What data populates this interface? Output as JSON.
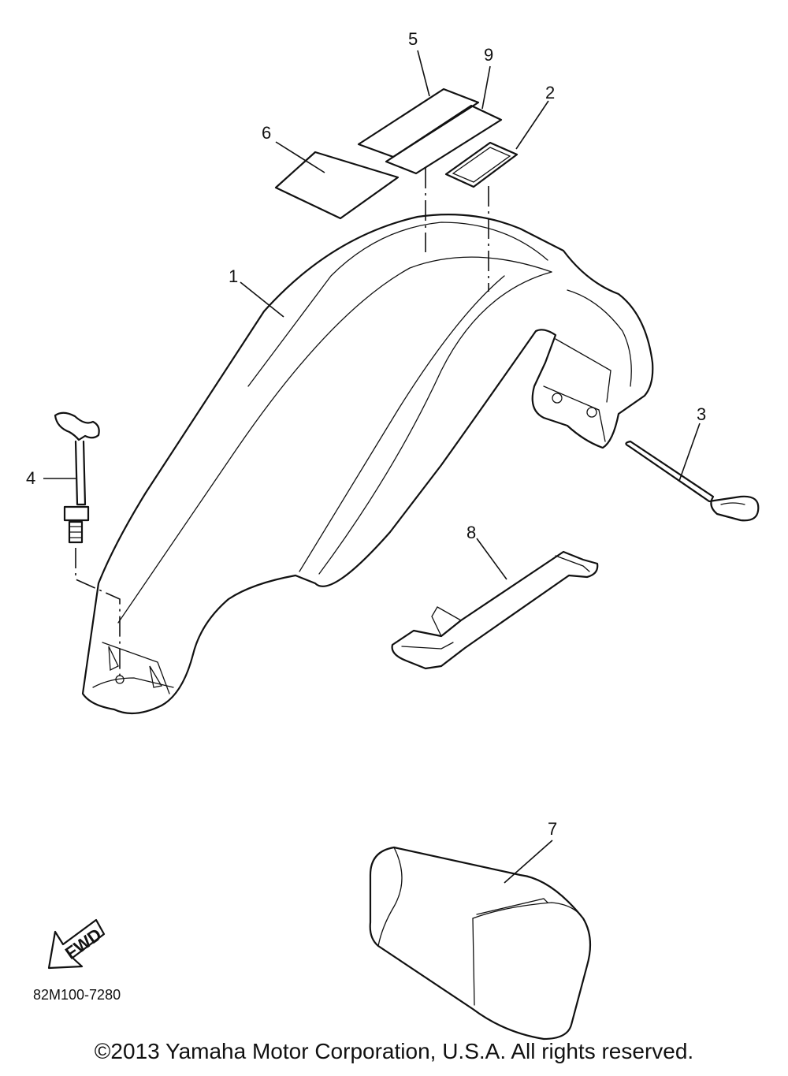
{
  "diagram": {
    "callouts": [
      "1",
      "2",
      "3",
      "4",
      "5",
      "6",
      "7",
      "8",
      "9"
    ],
    "fwd_label": "FWD",
    "drawing_code": "82M100-7280"
  },
  "footer": {
    "copyright": "©2013 Yamaha Motor Corporation, U.S.A. All rights reserved."
  }
}
